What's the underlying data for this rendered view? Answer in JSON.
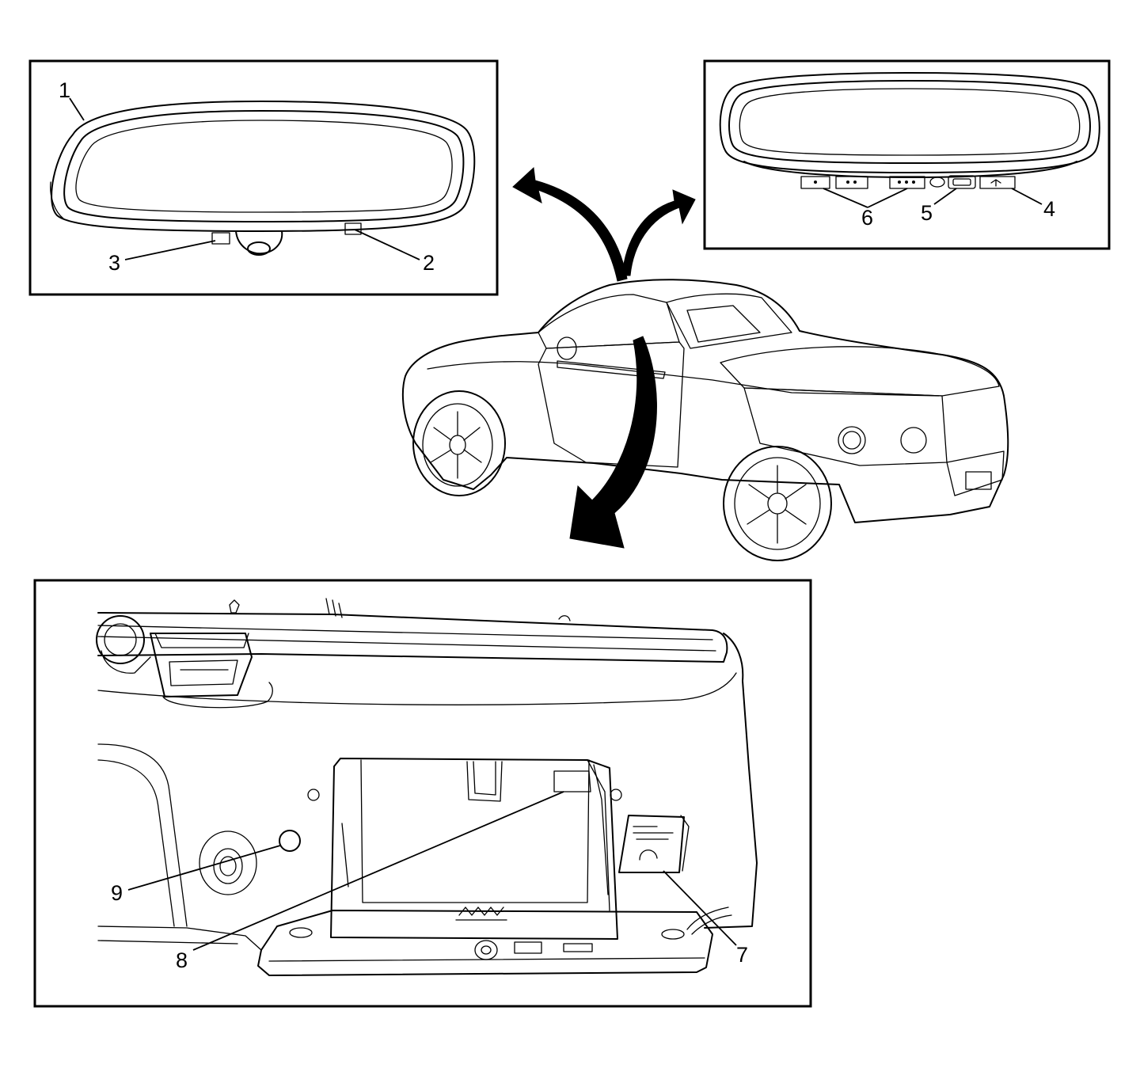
{
  "panels": {
    "top_left": {
      "callouts": [
        {
          "id": "1",
          "label": "1"
        },
        {
          "id": "2",
          "label": "2"
        },
        {
          "id": "3",
          "label": "3"
        }
      ]
    },
    "top_right": {
      "callouts": [
        {
          "id": "4",
          "label": "4"
        },
        {
          "id": "5",
          "label": "5"
        },
        {
          "id": "6",
          "label": "6"
        }
      ]
    },
    "bottom": {
      "callouts": [
        {
          "id": "7",
          "label": "7"
        },
        {
          "id": "8",
          "label": "8"
        },
        {
          "id": "9",
          "label": "9"
        }
      ]
    }
  },
  "colors": {
    "line": "#000000",
    "background": "#ffffff"
  }
}
